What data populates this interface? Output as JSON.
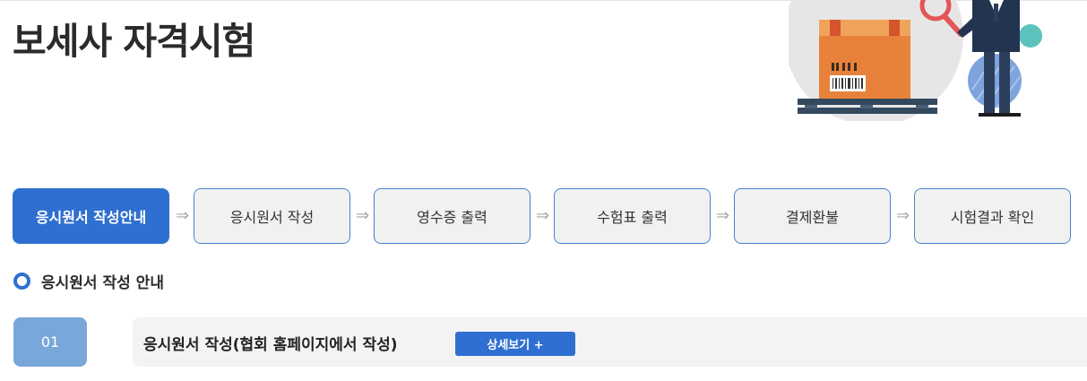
{
  "page": {
    "title": "보세사 자격시험"
  },
  "steps": [
    {
      "label": "응시원서 작성안내",
      "active": true
    },
    {
      "label": "응시원서 작성",
      "active": false
    },
    {
      "label": "영수증 출력",
      "active": false
    },
    {
      "label": "수험표 출력",
      "active": false
    },
    {
      "label": "결제환불",
      "active": false
    },
    {
      "label": "시험결과 확인",
      "active": false
    }
  ],
  "step_arrow": "⇒",
  "section": {
    "heading": "응시원서 작성 안내"
  },
  "items": [
    {
      "number": "01",
      "title": "응시원서 작성(협회 홈페이지에서 작성)",
      "button_label": "상세보기 +"
    }
  ],
  "colors": {
    "accent": "#2f6fd1",
    "badge": "#7aa7da",
    "step_bg": "#f1f1f1"
  },
  "illustration": {
    "subject": "customs-inspector-with-box-icon"
  }
}
